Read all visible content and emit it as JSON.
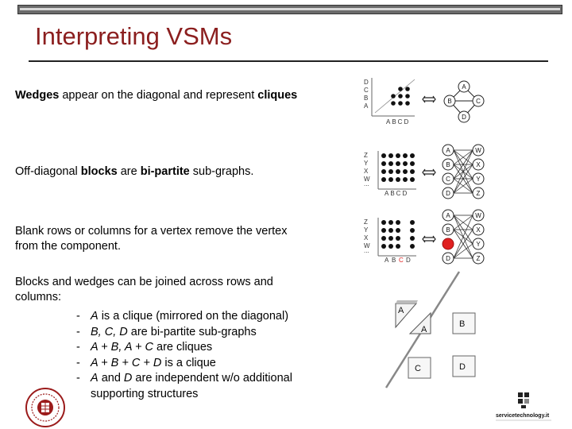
{
  "title": "Interpreting VSMs",
  "sections": [
    {
      "parts": [
        {
          "t": "Wedges",
          "b": true
        },
        {
          "t": " appear on the diagonal and represent "
        },
        {
          "t": "cliques",
          "b": true
        }
      ]
    },
    {
      "parts": [
        {
          "t": "Off-diagonal "
        },
        {
          "t": "blocks",
          "b": true
        },
        {
          "t": " are "
        },
        {
          "t": "bi-partite",
          "b": true
        },
        {
          "t": " sub-graphs."
        }
      ]
    },
    {
      "line1": "Blank rows or columns for a vertex remove the vertex",
      "line2": "from the component."
    },
    {
      "line1": "Blocks and wedges can be joined across rows and",
      "line2": "columns:"
    }
  ],
  "bullets": [
    {
      "dash": "-",
      "parts": [
        {
          "t": "A",
          "i": true
        },
        {
          "t": " is a clique (mirrored on the diagonal)"
        }
      ]
    },
    {
      "dash": "-",
      "parts": [
        {
          "t": "B, C, D",
          "i": true
        },
        {
          "t": " are bi-partite sub-graphs"
        }
      ]
    },
    {
      "dash": "-",
      "parts": [
        {
          "t": "A + B, A + C",
          "i": true
        },
        {
          "t": " are cliques"
        }
      ]
    },
    {
      "dash": "-",
      "parts": [
        {
          "t": "A + B + C + D",
          "i": true
        },
        {
          "t": " is a clique"
        }
      ]
    },
    {
      "dash": "-",
      "parts": [
        {
          "t": "A",
          "i": true
        },
        {
          "t": " and "
        },
        {
          "t": "D",
          "i": true
        },
        {
          "t": " are independent w/o additional"
        }
      ]
    }
  ],
  "bullet_continuation": "supporting structures",
  "matrix_axes": {
    "m1_rows": [
      "D",
      "C",
      "B",
      "A"
    ],
    "m1_cols": "ABCD",
    "m2_rows": [
      "Z",
      "Y",
      "X",
      "W",
      "..."
    ],
    "m2_cols": "ABCD",
    "m3_rows": [
      "Z",
      "Y",
      "X",
      "W",
      "..."
    ],
    "m3_cols": [
      "A",
      "B",
      "C",
      "D"
    ]
  },
  "graph_nodes": {
    "clique": [
      "A",
      "B",
      "C",
      "D"
    ],
    "left": [
      "A",
      "B",
      "C",
      "D"
    ],
    "right": [
      "W",
      "X",
      "Y",
      "Z"
    ]
  },
  "block_labels": {
    "a_top": "A",
    "a_bottom": "A",
    "b": "B",
    "c": "C",
    "d": "D"
  },
  "footer_logo_text": "servicetechnology.it",
  "colors": {
    "title": "#8b1e1e",
    "highlight": "#e02020",
    "seal": "#9b1b1b"
  }
}
